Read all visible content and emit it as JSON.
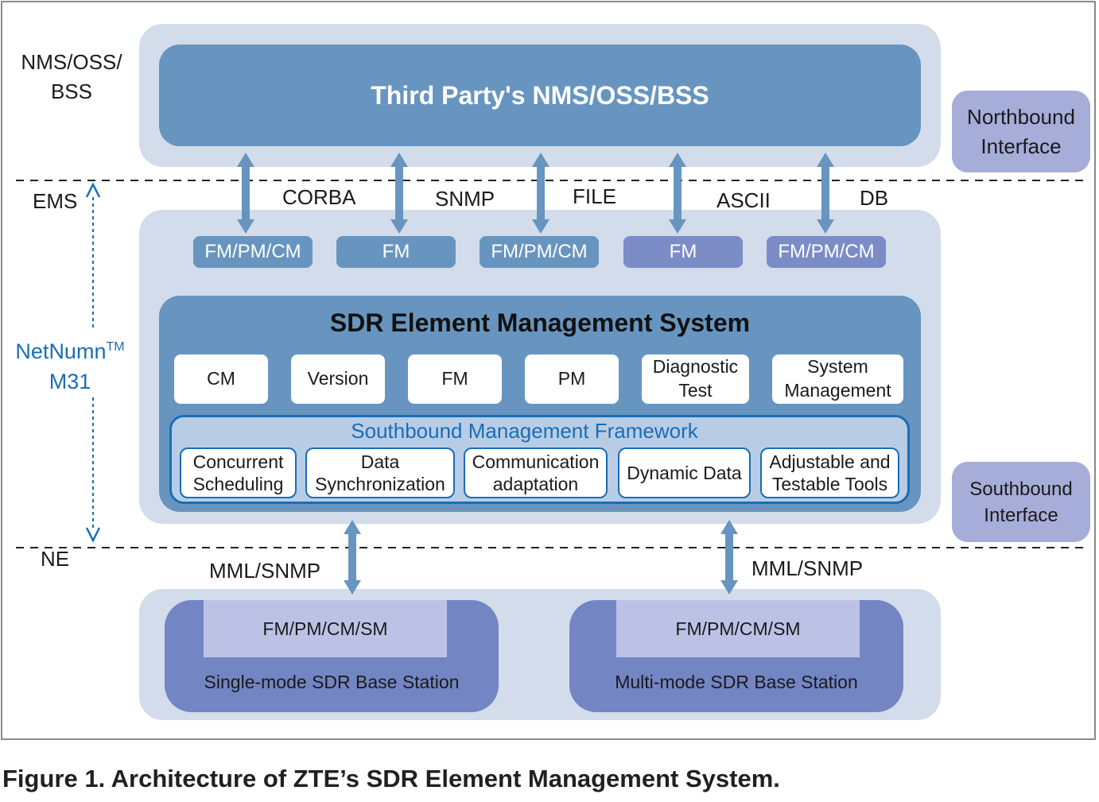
{
  "layers": {
    "nms": "NMS/OSS/\nBSS",
    "ems": "EMS",
    "ne": "NE"
  },
  "product": {
    "name": "NetNumn",
    "tm": "TM",
    "model": "M31"
  },
  "third_party": "Third Party's NMS/OSS/BSS",
  "protocols": [
    "CORBA",
    "SNMP",
    "FILE",
    "ASCII",
    "DB"
  ],
  "interface_pills": [
    "FM/PM/CM",
    "FM",
    "FM/PM/CM",
    "FM",
    "FM/PM/CM"
  ],
  "sdr_ems": {
    "title": "SDR Element Management System",
    "modules": [
      "CM",
      "Version",
      "FM",
      "PM",
      "Diagnostic\nTest",
      "System\nManagement"
    ],
    "southbound_framework": {
      "title": "Southbound Management Framework",
      "modules": [
        "Concurrent\nScheduling",
        "Data\nSynchronization",
        "Communication\nadaptation",
        "Dynamic Data",
        "Adjustable and\nTestable Tools"
      ]
    }
  },
  "side_labels": {
    "northbound": "Northbound\nInterface",
    "southbound": "Southbound\nInterface"
  },
  "southbound_protocols": [
    "MML/SNMP",
    "MML/SNMP"
  ],
  "base_stations": [
    {
      "functions": "FM/PM/CM/SM",
      "name": "Single-mode SDR Base Station"
    },
    {
      "functions": "FM/PM/CM/SM",
      "name": "Multi-mode SDR Base Station"
    }
  ],
  "caption": "Figure 1. Architecture of ZTE’s SDR Element Management System.",
  "colors": {
    "panel": "#d2dcea",
    "dark_blue": "#6895bf",
    "accent_blue": "#1a6db5",
    "purple": "#7b8cc7",
    "side_box": "#a7add9",
    "bs_outer": "#7385c3",
    "bs_inner": "#bcc2e6"
  }
}
